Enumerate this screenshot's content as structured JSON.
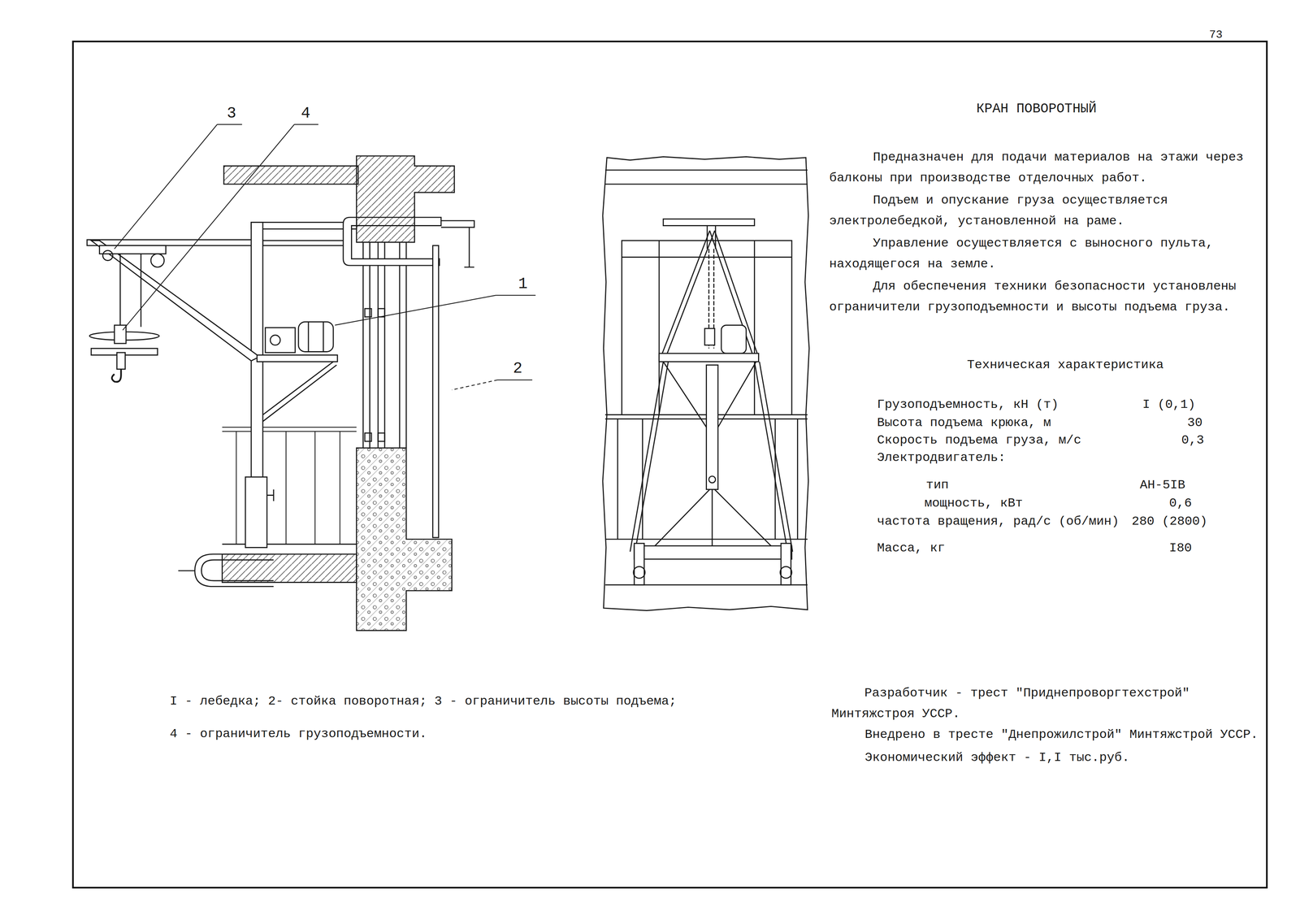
{
  "diagram": {
    "title": "КРАН ПОВОРОТНЫЙ",
    "labels": [
      "73",
      "3",
      "4",
      "1",
      "2",
      "Предназначен для подачи материалов на этажи через балконы при производстве отделочных работ.",
      "Подъем и опускание груза осуществляется электролебедкой, установленной на раме.",
      "Управление осуществляется с выносного пульта, находящегося на земле.",
      "Для обеспечения техники безопасности установлены ограничители грузоподъемности и высоты подъема груза.",
      "Техническая характеристика",
      "Грузоподъемность, кН (т)",
      "I (0,1)",
      "Высота подъема крюка, м",
      "30",
      "Скорость подъема груза, м/с",
      "0,3",
      "Электродвигатель:",
      "тип",
      "АН-5IВ",
      "мощность, кВт",
      "0,6",
      "частота вращения, рад/с (об/мин)",
      "280 (2800)",
      "Масса, кг",
      "I80",
      "I - лебедка; 2- стойка поворотная; 3 - ограничитель высоты подъема;",
      "4 - ограничитель грузоподъемности.",
      "Разработчик - трест \"Приднепроворгтехстрой\" Минтяжстроя УССР.",
      "Внедрено в тресте \"Днепрожилстрой\" Минтяжстрой УССР.",
      "Экономический эффект - I,I тыс.руб."
    ]
  }
}
